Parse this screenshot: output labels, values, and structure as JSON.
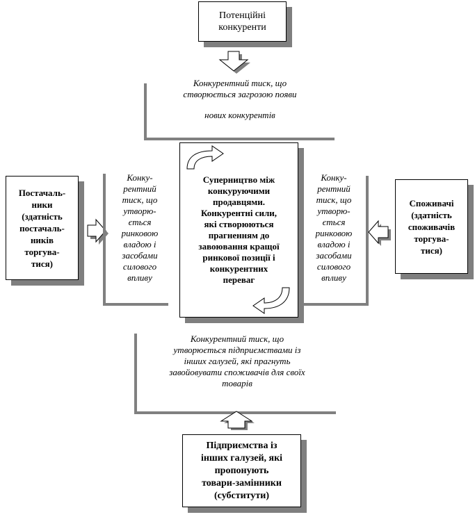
{
  "diagram": {
    "top_box": {
      "lines": [
        "Потенційні",
        "конкуренти"
      ]
    },
    "top_pressure": {
      "lines": [
        "Конкурентний тиск, що",
        "створюється загрозою появи",
        "нових конкурентів"
      ]
    },
    "center_box": {
      "lines": [
        "Суперництво між",
        "конкуруючими",
        "продавцями.",
        "Конкурентні сили,",
        "які створюються",
        "прагненням до",
        "завоювання кращої",
        "ринкової позиції і",
        "конкурентних",
        "переваг"
      ]
    },
    "left_box": {
      "lines": [
        "Постачаль-",
        "ники",
        "(здатність",
        "постачаль-",
        "ників",
        "торгува-",
        "тися)"
      ]
    },
    "left_pressure": {
      "lines": [
        "Конку-",
        "рентний",
        "тиск, що",
        "утворю-",
        "ється",
        "ринковою",
        "владою і",
        "засобами",
        "силового",
        "впливу"
      ]
    },
    "right_box": {
      "lines": [
        "Споживачі",
        "(здатність",
        "споживачів",
        "торгува-",
        "тися)"
      ]
    },
    "right_pressure": {
      "lines": [
        "Конку-",
        "рентний",
        "тиск, що",
        "утворю-",
        "ється",
        "ринковою",
        "владою і",
        "засобами",
        "силового",
        "впливу"
      ]
    },
    "bottom_pressure": {
      "lines": [
        "Конкурентний тиск, що",
        "утворюється підприємствами із",
        "інших галузей, які прагнуть",
        "завойовувати споживачів для своїх",
        "товарів"
      ]
    },
    "bottom_box": {
      "lines": [
        "Підприємства із",
        "інших галузей, які",
        "пропонують",
        "товари-замінники",
        "(субститути)"
      ]
    },
    "colors": {
      "shadow": "#7f7f7f",
      "border": "#000000",
      "arrow_fill": "#ffffff"
    }
  }
}
